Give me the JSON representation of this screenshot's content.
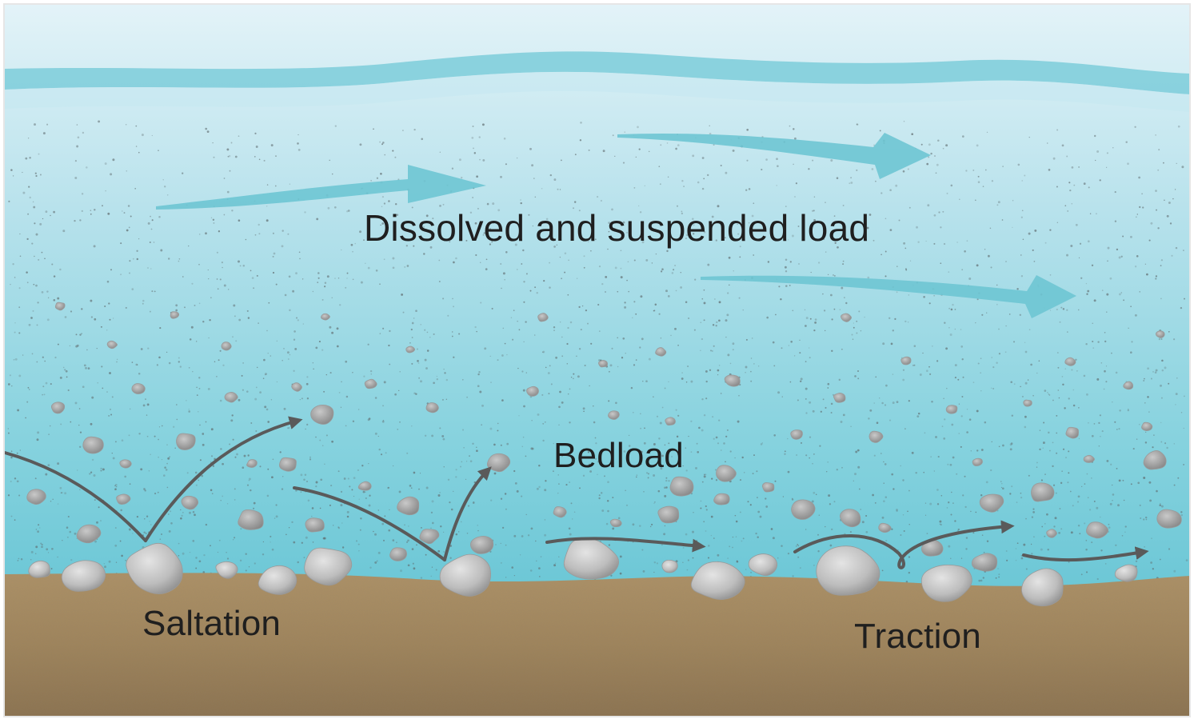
{
  "labels": {
    "dissolved_suspended": "Dissolved and suspended load",
    "bedload": "Bedload",
    "saltation": "Saltation",
    "traction": "Traction"
  },
  "colors": {
    "water_top": "#d9eff5",
    "water_bottom": "#6fcad8",
    "surface_band": "#7ccdd9",
    "flow_arrow": "#6ec5d3",
    "riverbed": "#a68a60",
    "riverbed_dark": "#8f7552",
    "pebble": "#bdbdbd",
    "pebble_dark": "#8e8e8e",
    "path_arrow": "#5a5a5a",
    "text": "#1f1f1f"
  },
  "icons": {
    "flow_arrows": "current-arrow-icon",
    "path_arrows": "motion-path-arrow-icon",
    "rocks": "pebble-icon"
  }
}
